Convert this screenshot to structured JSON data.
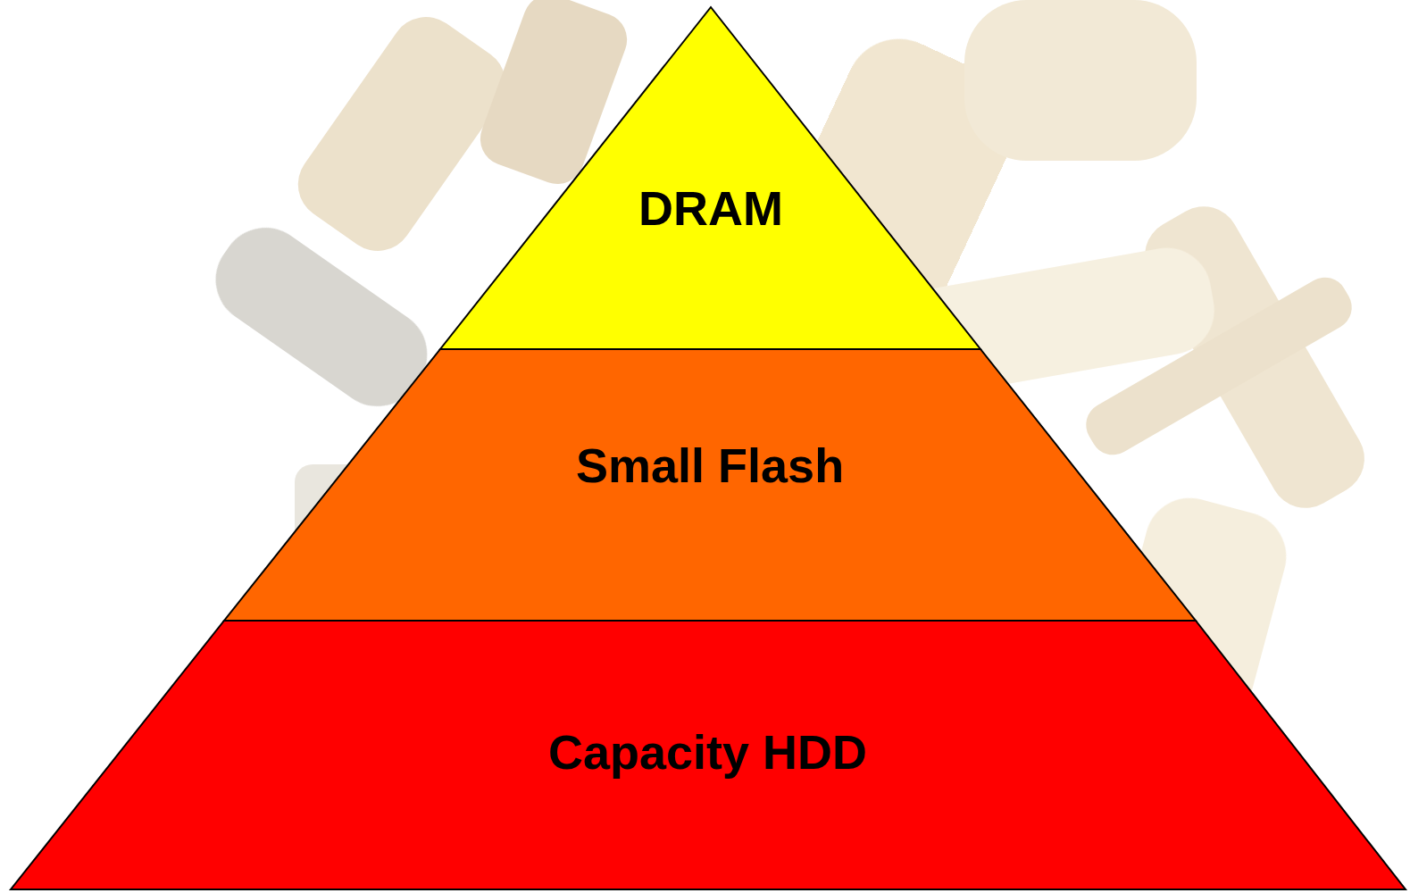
{
  "diagram": {
    "nodes": [
      {
        "text": [
          "DRAM"
        ]
      },
      {
        "text": [
          "Small Flash"
        ]
      },
      {
        "text": [
          "Capacity HDD"
        ]
      }
    ]
  }
}
